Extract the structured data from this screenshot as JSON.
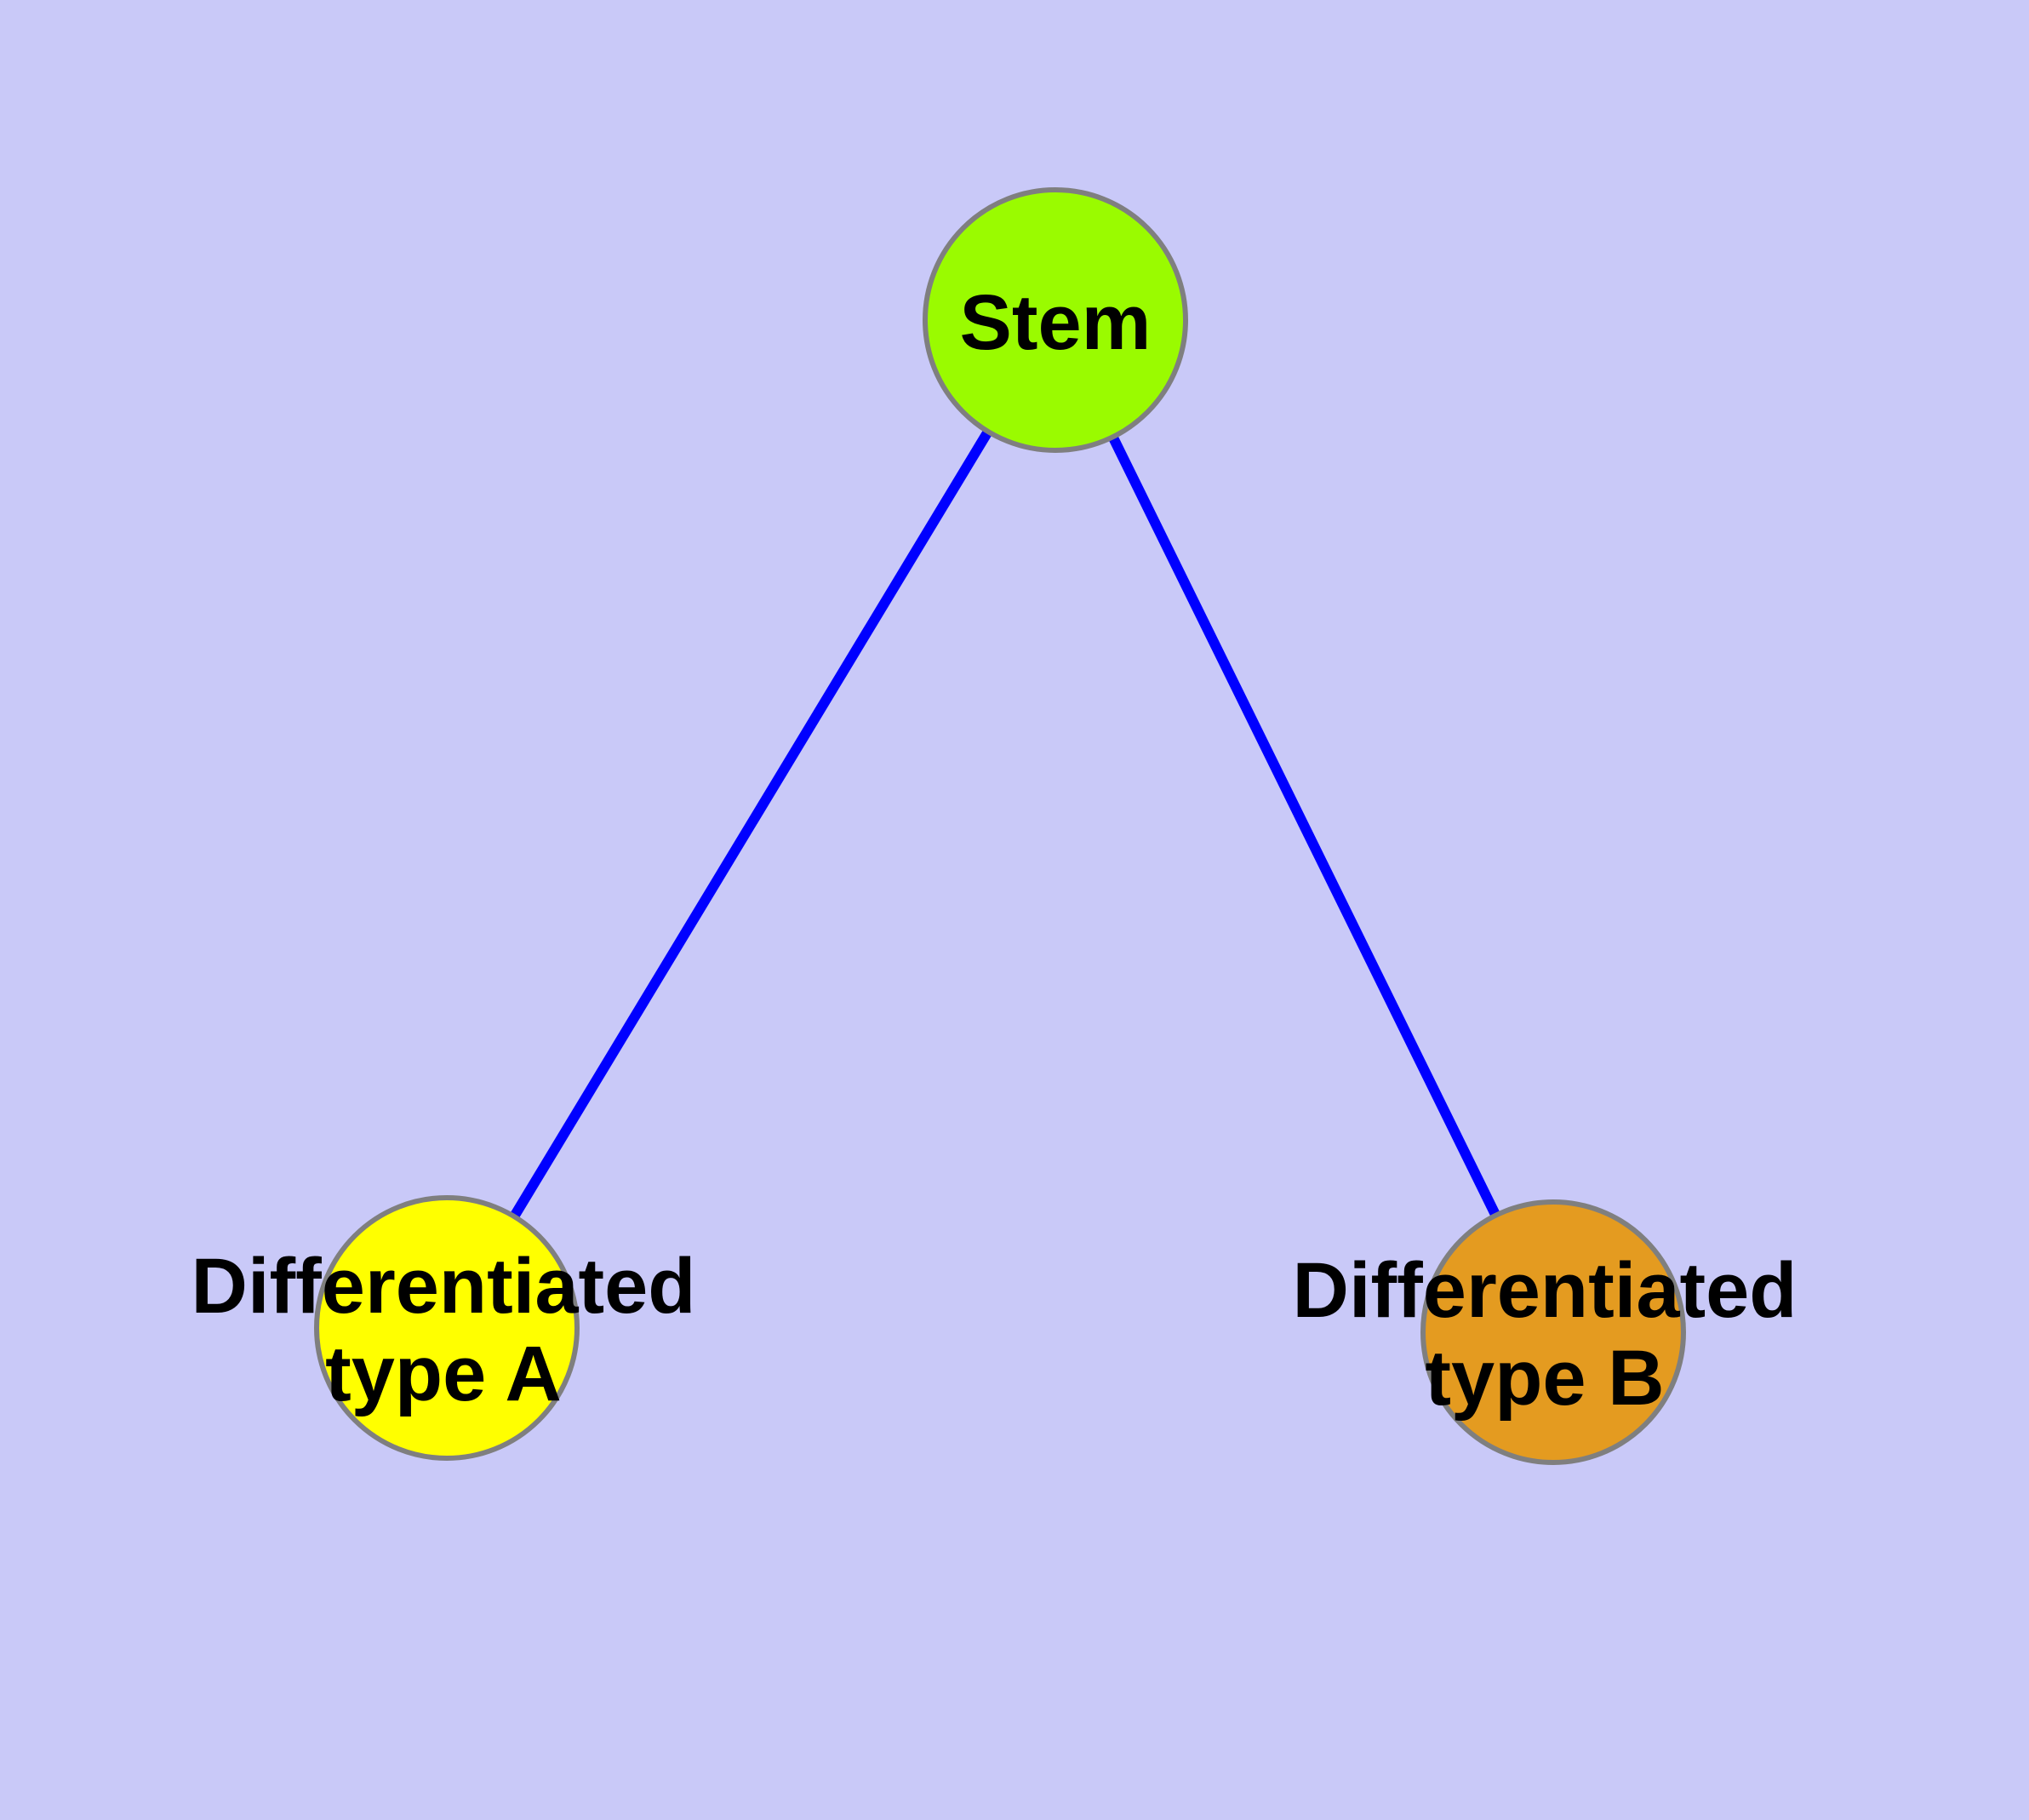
{
  "diagram": {
    "background_color": "#c9c9f8",
    "edge_color": "#0000ff",
    "node_border_color": "#7f7f7f",
    "label_color": "#000000",
    "nodes": [
      {
        "id": "stem",
        "label": "Stem",
        "fill": "#9afb00"
      },
      {
        "id": "differentiated-type-a",
        "label": "Differentiated type A",
        "label_line1": "Differentiated",
        "label_line2": "type A",
        "fill": "#ffff00"
      },
      {
        "id": "differentiated-type-b",
        "label": "Differentiated type B",
        "label_line1": "Differentiated",
        "label_line2": "type B",
        "fill": "#e49b20"
      }
    ],
    "edges": [
      {
        "from": "stem",
        "to": "differentiated-type-a"
      },
      {
        "from": "stem",
        "to": "differentiated-type-b"
      }
    ]
  }
}
